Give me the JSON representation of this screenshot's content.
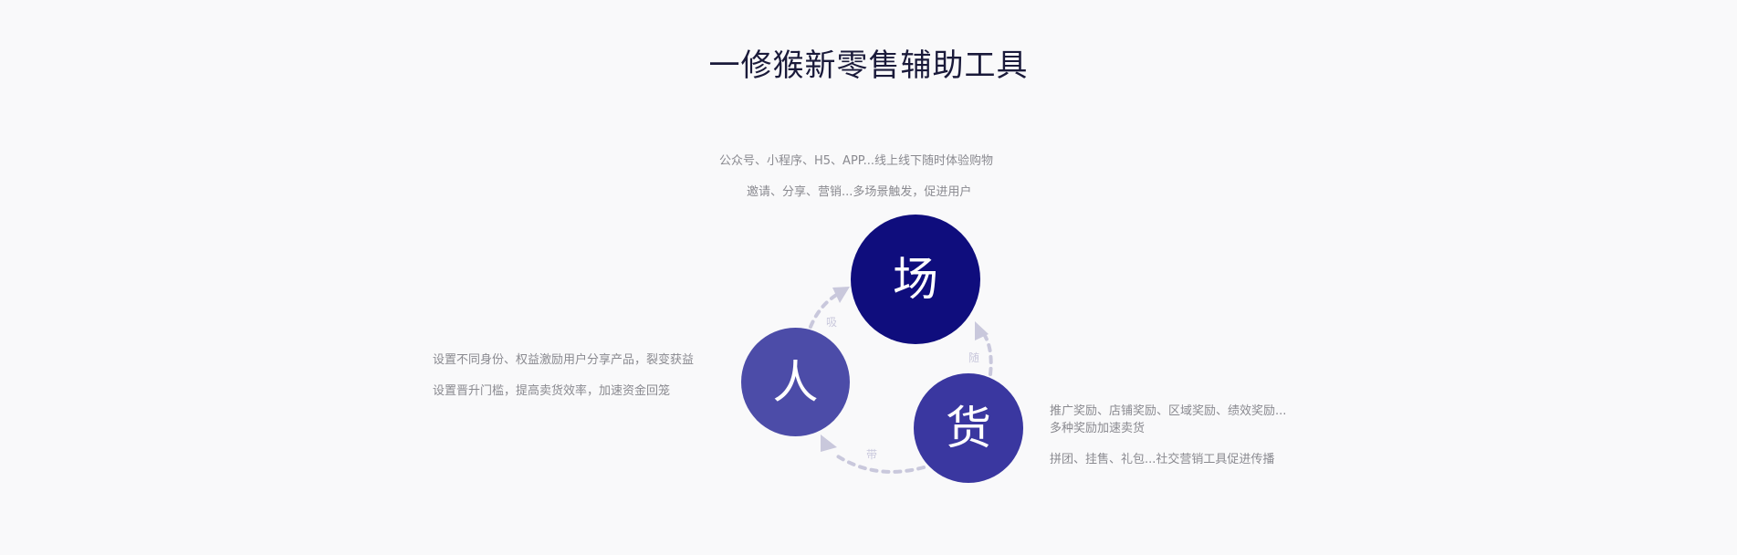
{
  "title": "一修猴新零售辅助工具",
  "colors": {
    "background": "#f9f9fa",
    "scene_circle": "#0f0d7d",
    "people_circle": "#4c4ca8",
    "goods_circle": "#3a37a0",
    "arrow": "#c9c8dc",
    "desc_text": "#8a8a90",
    "title_text": "#1a1a3a"
  },
  "nodes": {
    "scene": {
      "label": "场",
      "desc": [
        "公众号、小程序、H5、APP...线上线下随时体验购物",
        "邀请、分享、营销...多场景触发，促进用户"
      ]
    },
    "people": {
      "label": "人",
      "desc": [
        "设置不同身份、权益激励用户分享产品，裂变获益",
        "设置晋升门槛，提高卖货效率，加速资金回笼"
      ]
    },
    "goods": {
      "label": "货",
      "desc": [
        "推广奖励、店铺奖励、区域奖励、绩效奖励...",
        "多种奖励加速卖货",
        "拼团、挂售、礼包...社交营销工具促进传播"
      ]
    }
  },
  "arrows": {
    "people_to_scene": "吸",
    "goods_to_scene": "随",
    "goods_to_people": "带"
  }
}
